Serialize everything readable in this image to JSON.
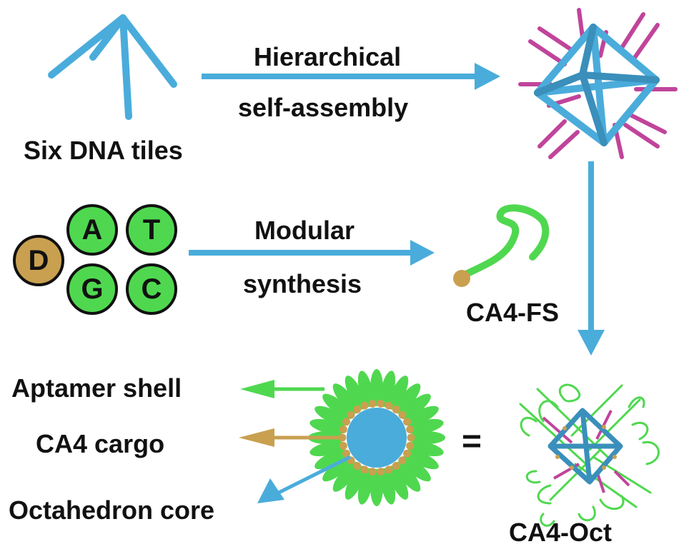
{
  "colors": {
    "dna_blue": "#4AACDB",
    "magenta": "#C0449B",
    "green": "#4FD84F",
    "gold": "#C9A050",
    "text": "#111111"
  },
  "labels": {
    "six_dna_tiles": "Six DNA tiles",
    "step1_top": "Hierarchical",
    "step1_bottom": "self-assembly",
    "step2_top": "Modular",
    "step2_bottom": "synthesis",
    "ca4_fs": "CA4-FS",
    "aptamer_shell": "Aptamer shell",
    "ca4_cargo": "CA4 cargo",
    "octahedron_core": "Octahedron core",
    "equals": "=",
    "ca4_oct": "CA4-Oct"
  },
  "bases": [
    {
      "letter": "D",
      "color": "#C9A050"
    },
    {
      "letter": "A",
      "color": "#4FD84F"
    },
    {
      "letter": "T",
      "color": "#4FD84F"
    },
    {
      "letter": "G",
      "color": "#4FD84F"
    },
    {
      "letter": "C",
      "color": "#4FD84F"
    }
  ]
}
